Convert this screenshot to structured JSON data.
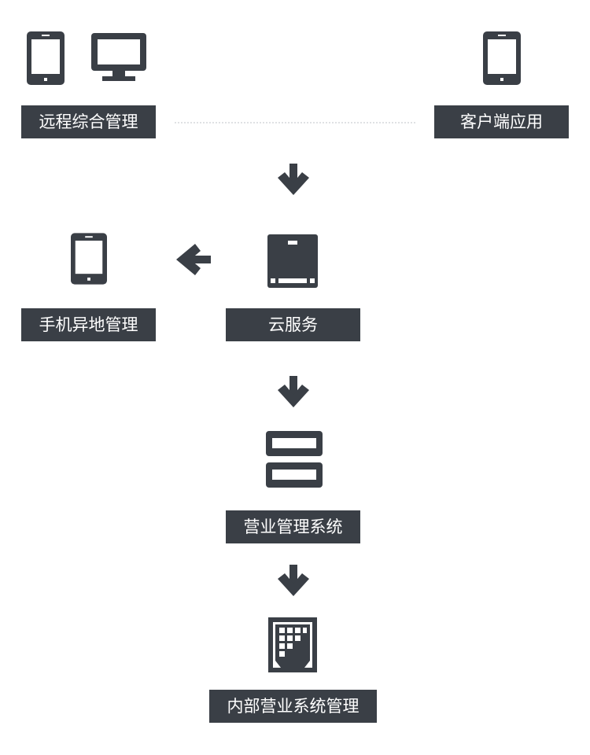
{
  "colors": {
    "dark": "#3a3f46",
    "light": "#ffffff",
    "connector": "#dfe1e4"
  },
  "nodes": {
    "remote": {
      "label": "远程综合管理",
      "icons": [
        "phone-icon",
        "monitor-icon"
      ]
    },
    "client": {
      "label": "客户端应用",
      "icons": [
        "phone-icon"
      ]
    },
    "mobile": {
      "label": "手机异地管理",
      "icons": [
        "phone-icon"
      ]
    },
    "cloud": {
      "label": "云服务",
      "icons": [
        "cloud-server-icon"
      ]
    },
    "business": {
      "label": "营业管理系统",
      "icons": [
        "server-rack-icon"
      ]
    },
    "internal": {
      "label": "内部营业系统管理",
      "icons": [
        "building-icon"
      ]
    }
  },
  "arrows": [
    "arrow-down-icon",
    "arrow-left-icon",
    "arrow-down-icon",
    "arrow-down-icon"
  ]
}
